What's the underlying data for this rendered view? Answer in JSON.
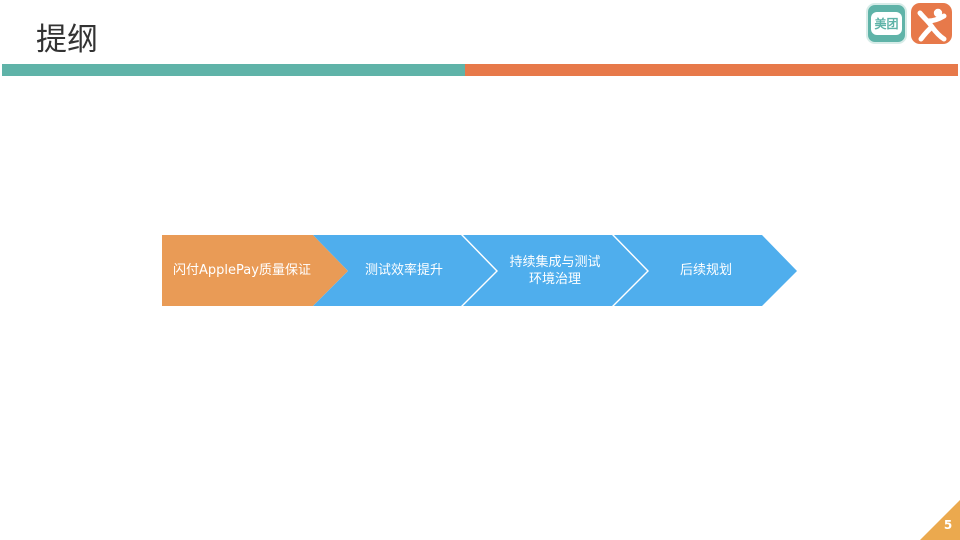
{
  "slide": {
    "title": "提纲",
    "page_number": "5"
  },
  "logos": {
    "meituan": {
      "text": "美团",
      "icon": "meituan-logo-icon"
    },
    "dianping": {
      "icon": "dianping-logo-icon"
    }
  },
  "colors": {
    "teal": "#5fb3a8",
    "orange_bar": "#e7794a",
    "active_step": "#e99b56",
    "step": "#4faeed",
    "page_corner": "#eba94e"
  },
  "flow": {
    "steps": [
      {
        "label": "闪付ApplePay质量保证",
        "active": true
      },
      {
        "label": "测试效率提升",
        "active": false
      },
      {
        "label": "持续集成与测试\n环境治理",
        "active": false
      },
      {
        "label": "后续规划",
        "active": false
      }
    ]
  }
}
